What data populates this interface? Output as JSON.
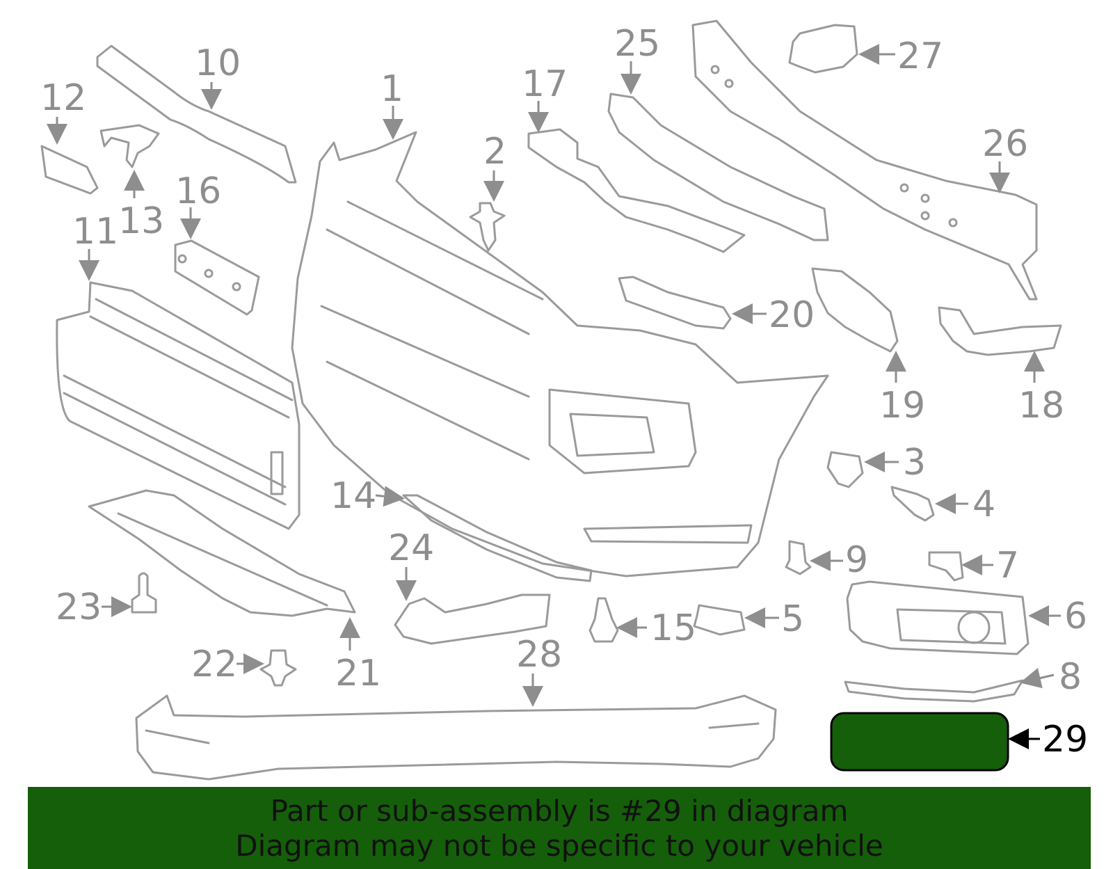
{
  "highlight": {
    "part_number": "29",
    "color": "#155f0a"
  },
  "colors": {
    "line": "#9a9a9a",
    "label": "#8e8e8e",
    "highlight_label": "#000000",
    "banner": "#155f0a"
  },
  "callouts": [
    "1",
    "2",
    "3",
    "4",
    "5",
    "6",
    "7",
    "8",
    "9",
    "10",
    "11",
    "12",
    "13",
    "14",
    "15",
    "16",
    "17",
    "18",
    "19",
    "20",
    "21",
    "22",
    "23",
    "24",
    "25",
    "26",
    "27",
    "28",
    "29"
  ],
  "footer": {
    "line1": "Part or sub-assembly is #29 in diagram",
    "line2": "Diagram may not be specific to your vehicle"
  }
}
